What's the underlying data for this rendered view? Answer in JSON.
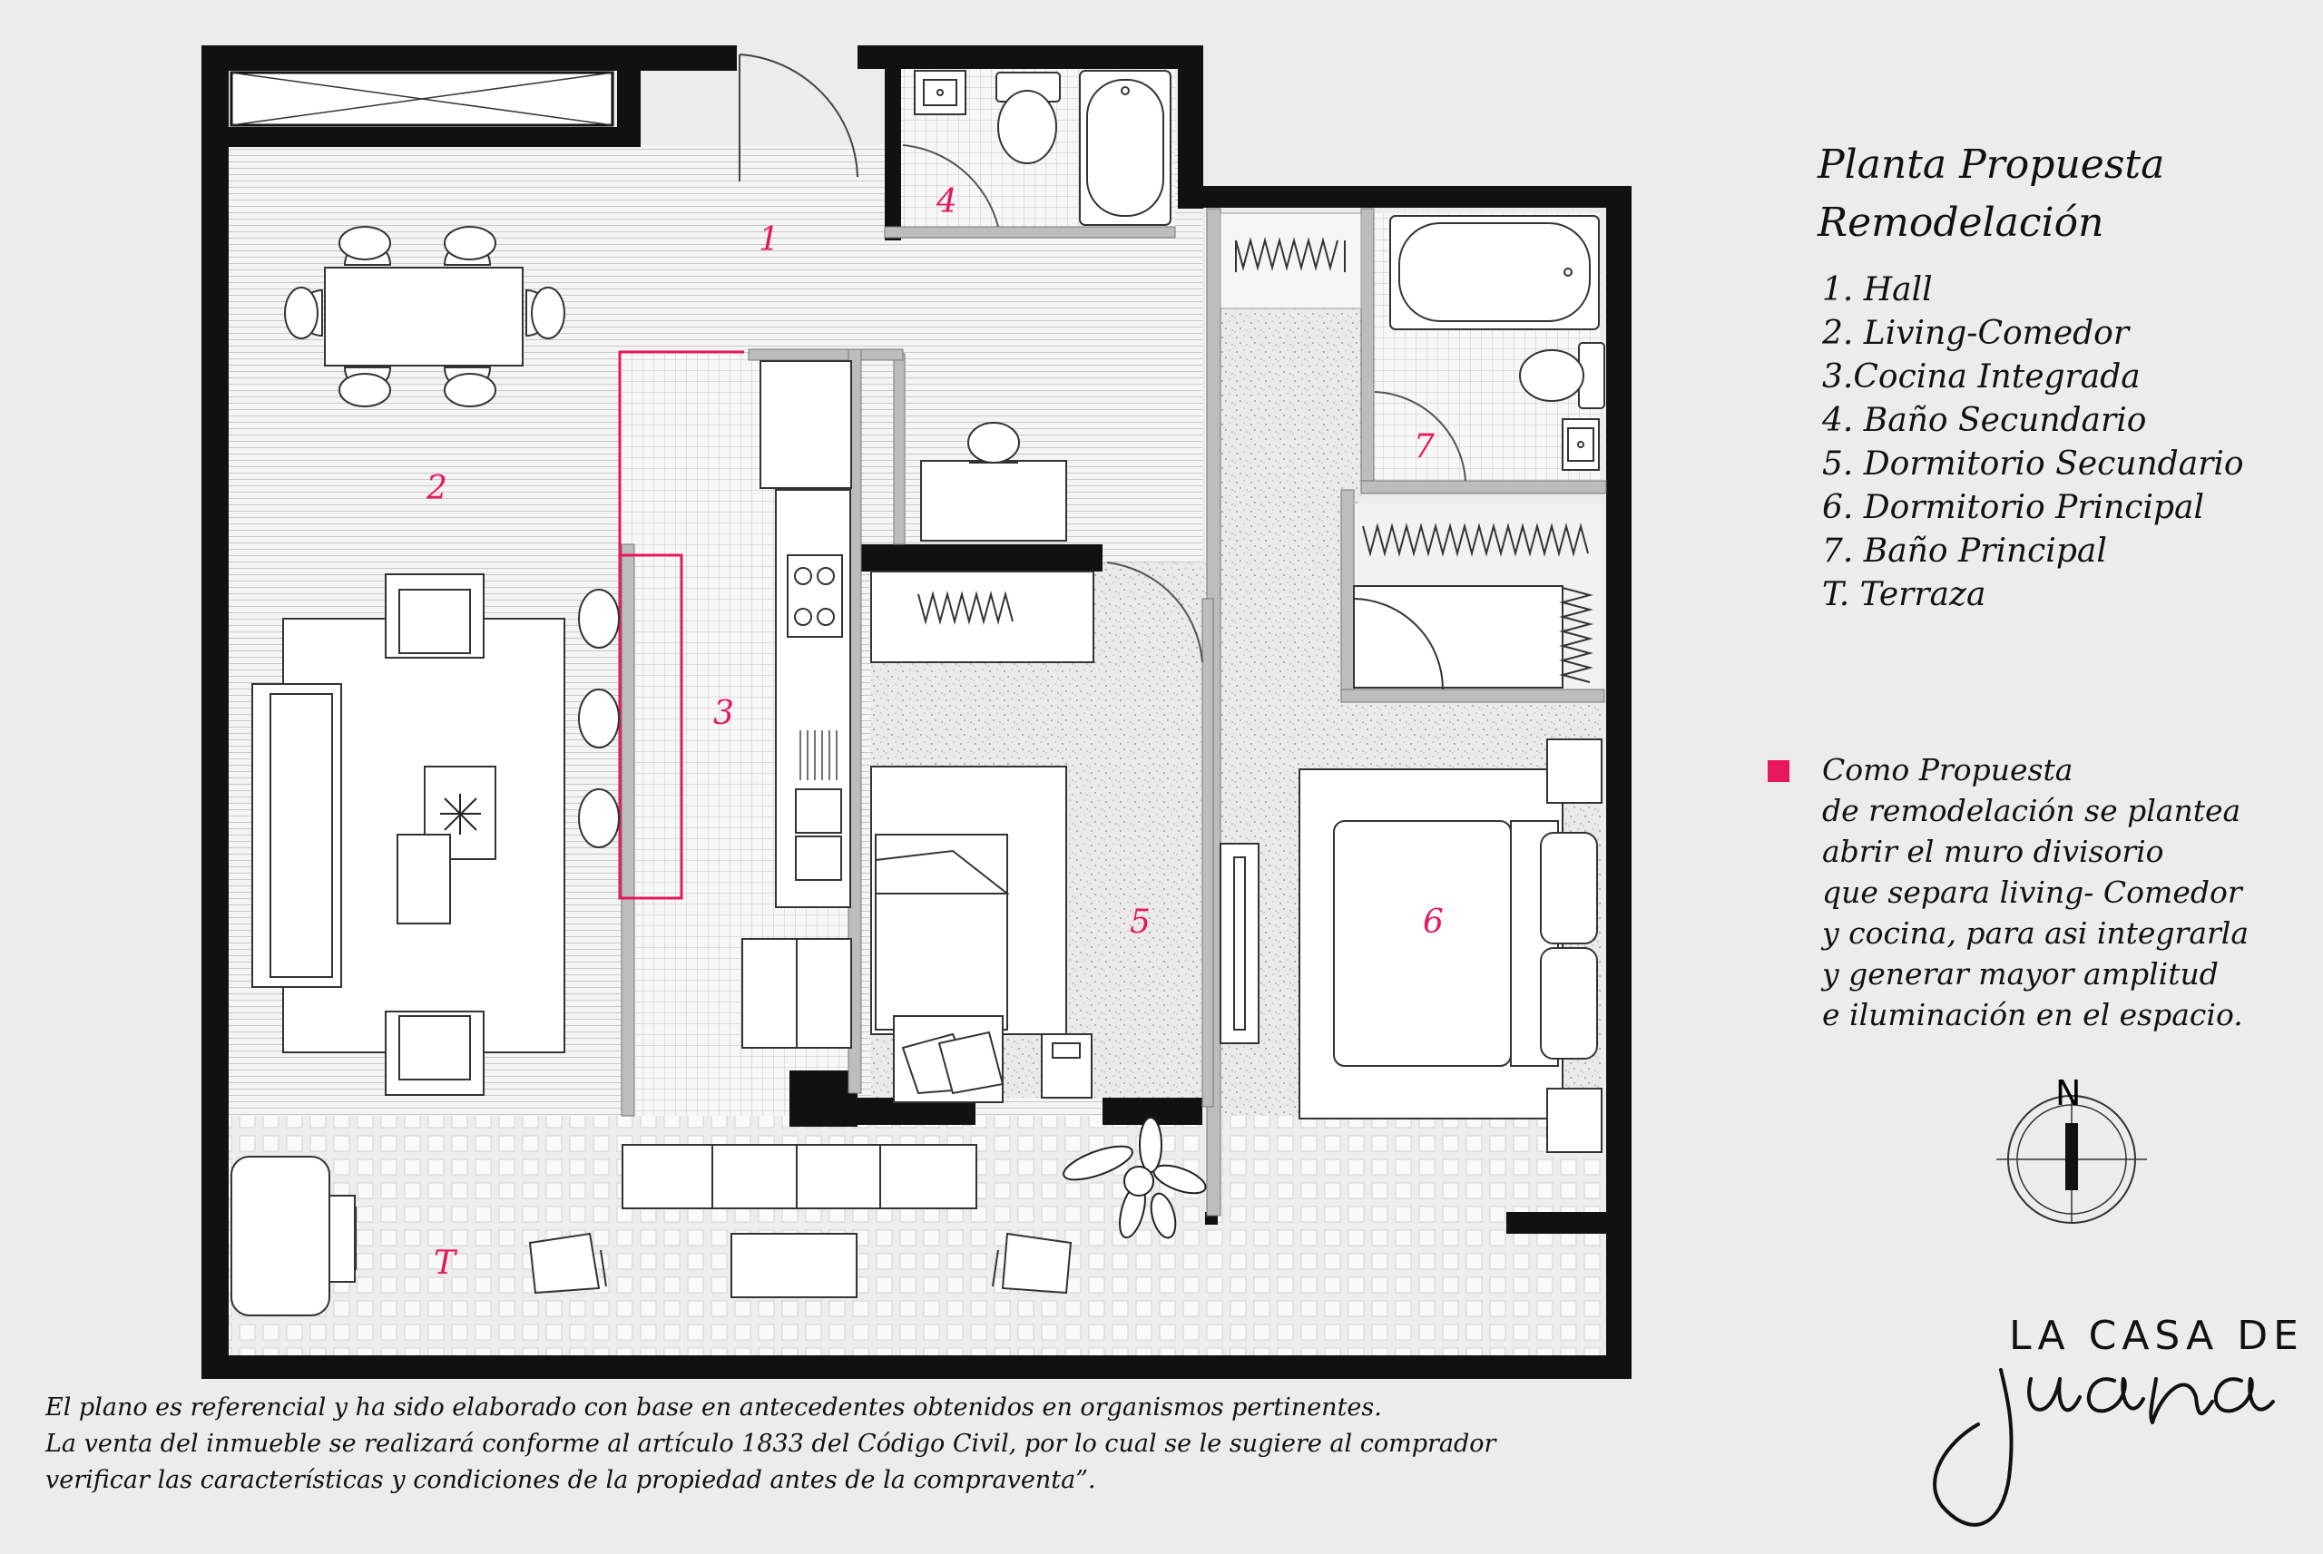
{
  "title": {
    "line1": "Planta Propuesta",
    "line2": "Remodelación"
  },
  "legend": [
    "1. Hall",
    "2. Living-Comedor",
    "3.Cocina Integrada",
    "4. Baño Secundario",
    "5. Dormitorio Secundario",
    "6. Dormitorio Principal",
    "7. Baño Principal",
    "T. Terraza"
  ],
  "room_numbers": {
    "hall": "1",
    "living": "2",
    "kitchen": "3",
    "bath2": "4",
    "bedroom2": "5",
    "bedroom1": "6",
    "bath1": "7",
    "terrace": "T"
  },
  "proposal_note": {
    "lines": [
      "Como Propuesta",
      "de remodelación se plantea",
      "abrir el muro divisorio",
      "que separa living- Comedor",
      "y cocina, para asi integrarla",
      "y generar mayor amplitud",
      "e iluminación en el espacio."
    ],
    "highlight_color": "#e8175d"
  },
  "compass": {
    "label": "N"
  },
  "brand": {
    "line1": "LA CASA DE",
    "line2": "Juana"
  },
  "disclaimer": [
    "El plano es referencial y ha sido elaborado con base en antecedentes obtenidos en organismos pertinentes.",
    "La venta del inmueble se realizará conforme al artículo 1833 del Código Civil, por lo cual se le sugiere al comprador",
    "verificar las características y condiciones de la propiedad antes de la compraventa”."
  ],
  "colors": {
    "wall": "#111111",
    "highlight": "#e8175d",
    "room_number": "#e8175d"
  }
}
